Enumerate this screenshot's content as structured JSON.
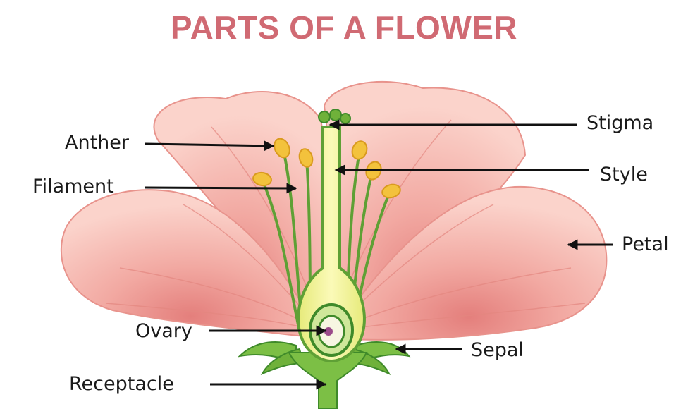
{
  "title": "PARTS OF A FLOWER",
  "colors": {
    "title": "#d06a73",
    "petal": "#f2a9a2",
    "petal_light": "#fbd7d0",
    "petal_vein": "#e88a85",
    "stem": "#6fb13a",
    "stem_dark": "#3f8a2a",
    "style_fill": "#f4f29a",
    "anther": "#f3c23c",
    "ovule": "#9a4a8a",
    "arrow": "#111111"
  },
  "labels": {
    "anther": "Anther",
    "filament": "Filament",
    "ovary": "Ovary",
    "receptacle": "Receptacle",
    "stigma": "Stigma",
    "style": "Style",
    "petal": "Petal",
    "sepal": "Sepal"
  }
}
